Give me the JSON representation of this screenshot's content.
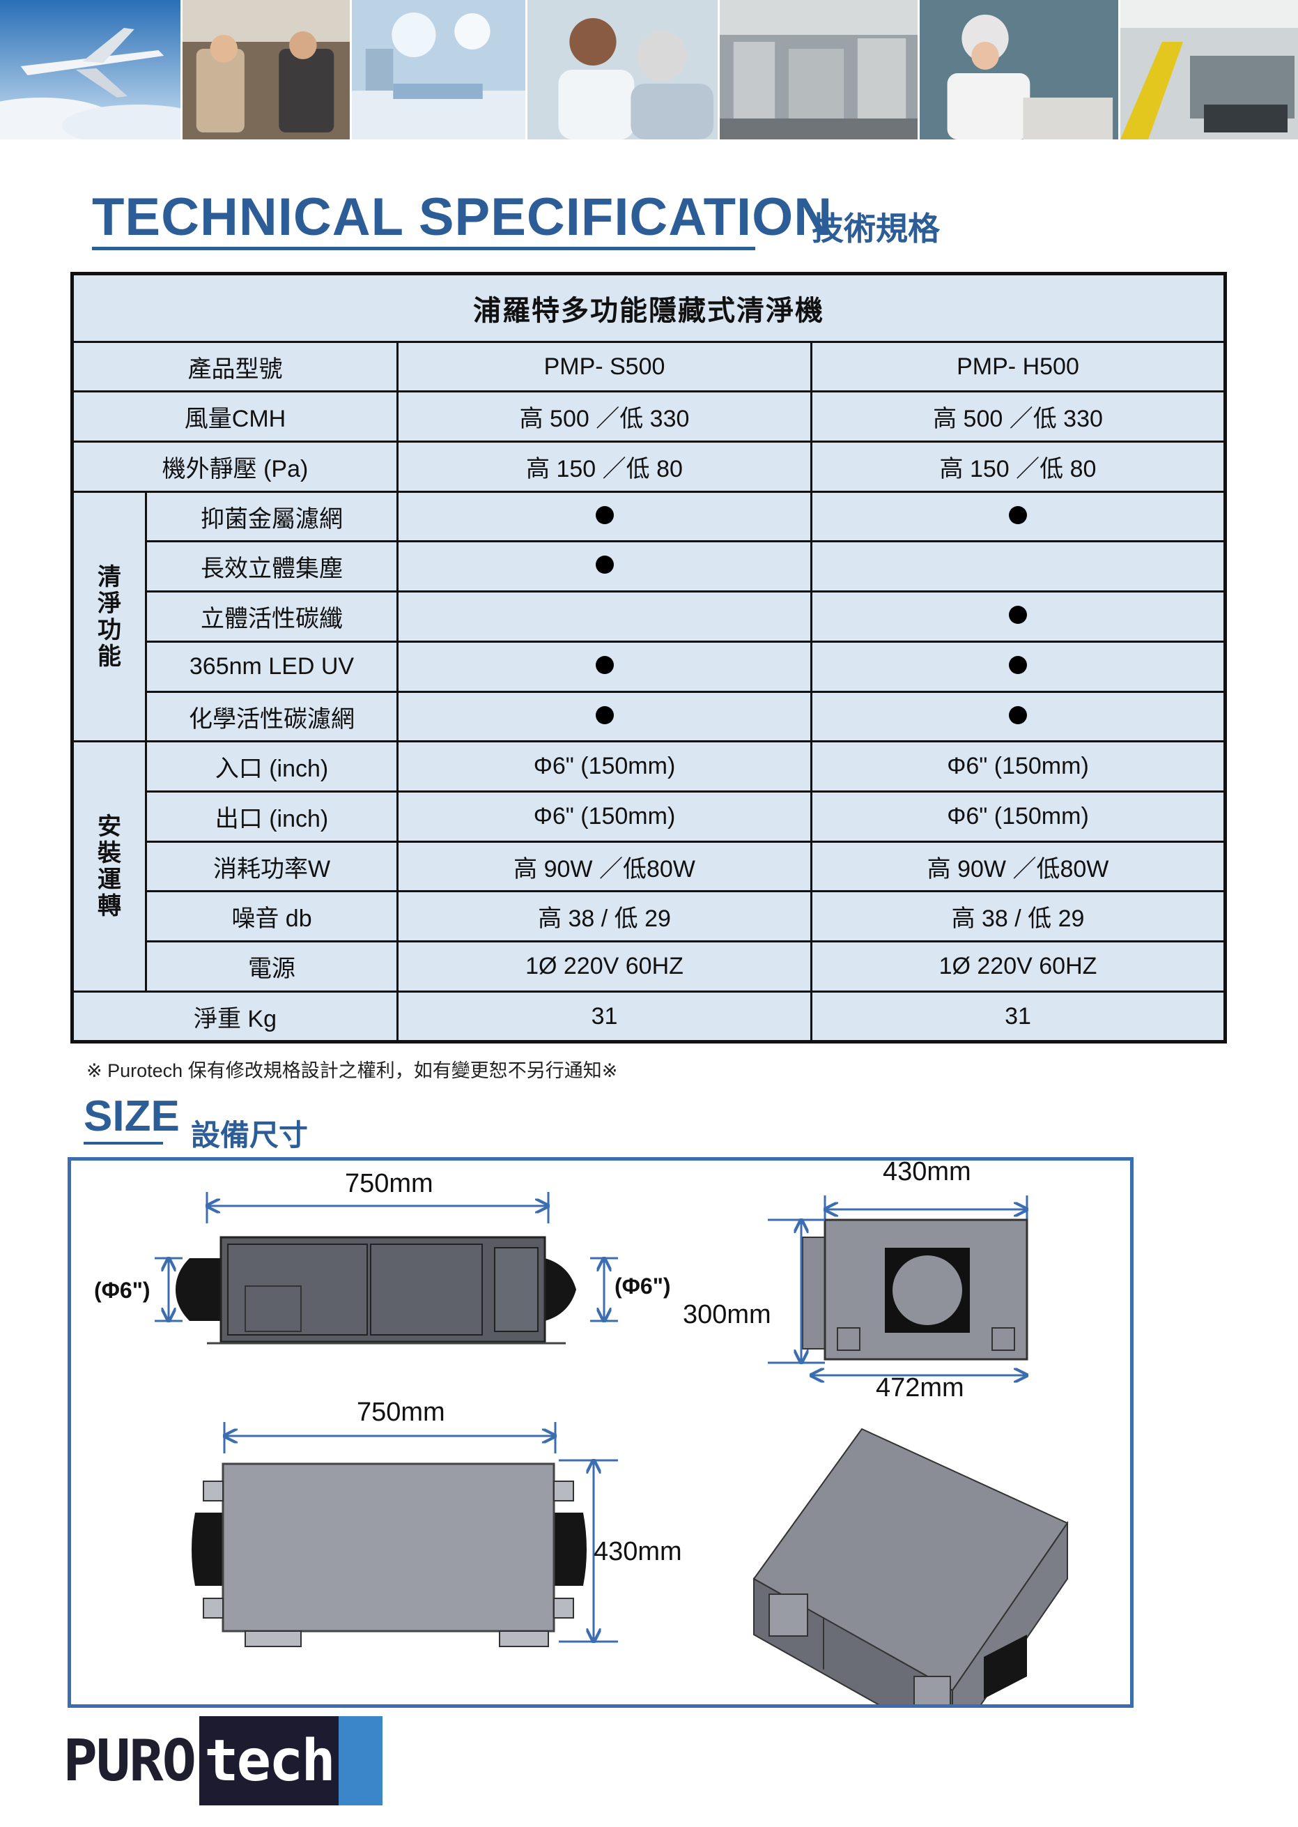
{
  "banner": {
    "photos": [
      "airplane-photo",
      "cabin-photo",
      "operating-room-photo",
      "nurse-patient-photo",
      "factory-photo",
      "lab-worker-photo",
      "production-line-photo"
    ]
  },
  "header": {
    "title_en": "TECHNICAL SPECIFICATION",
    "title_zh": "技術規格"
  },
  "spec_table": {
    "heading": "浦羅特多功能隱藏式清淨機",
    "model_label": "產品型號",
    "models": [
      "PMP- S500",
      "PMP- H500"
    ],
    "rows_top": [
      {
        "label": "風量CMH",
        "values": [
          "高 500 ／低 330",
          "高 500 ／低 330"
        ]
      },
      {
        "label": "機外靜壓 (Pa)",
        "values": [
          "高 150 ／低 80",
          "高 150 ／低 80"
        ]
      }
    ],
    "group_clean": {
      "label": [
        "清",
        "淨",
        "功",
        "能"
      ],
      "rows": [
        {
          "label": "抑菌金屬濾網",
          "s500": true,
          "h500": true
        },
        {
          "label": "長效立體集塵",
          "s500": true,
          "h500": false
        },
        {
          "label": "立體活性碳纖",
          "s500": false,
          "h500": true
        },
        {
          "label": "365nm LED UV",
          "s500": true,
          "h500": true
        },
        {
          "label": "化學活性碳濾網",
          "s500": true,
          "h500": true
        }
      ]
    },
    "group_install": {
      "label": [
        "安",
        "裝",
        "運",
        "轉"
      ],
      "rows": [
        {
          "label": "入口 (inch)",
          "values": [
            "Φ6\" (150mm)",
            "Φ6\" (150mm)"
          ]
        },
        {
          "label": "出口 (inch)",
          "values": [
            "Φ6\" (150mm)",
            "Φ6\" (150mm)"
          ]
        },
        {
          "label": "消耗功率W",
          "values": [
            "高 90W ／低80W",
            "高 90W ／低80W"
          ]
        },
        {
          "label": "噪音 db",
          "values": [
            "高 38 / 低 29",
            "高 38 / 低 29"
          ]
        },
        {
          "label": "電源",
          "values": [
            "1Ø  220V  60HZ",
            "1Ø  220V  60HZ"
          ]
        }
      ]
    },
    "weight": {
      "label": "淨重 Kg",
      "values": [
        "31",
        "31"
      ]
    }
  },
  "note": "※ Purotech 保有修改規格設計之權利，如有變更恕不另行通知※",
  "size": {
    "title_en": "SIZE",
    "title_zh": "設備尺寸",
    "dims": {
      "side_length": "750mm",
      "inlet_left": "(Φ6\")",
      "inlet_right": "(Φ6\")",
      "front_width": "430mm",
      "front_height": "300mm",
      "front_bottom": "472mm",
      "top_length": "750mm",
      "top_width": "430mm"
    }
  },
  "brand": {
    "logo_part1": "PURO",
    "logo_part2": "tech"
  },
  "colors": {
    "accent": "#2d5d97",
    "table_fill": "#dbe6f3",
    "box_border": "#3c6db0",
    "logo_dark": "#1d1b2f",
    "logo_blue": "#3a86c8"
  }
}
